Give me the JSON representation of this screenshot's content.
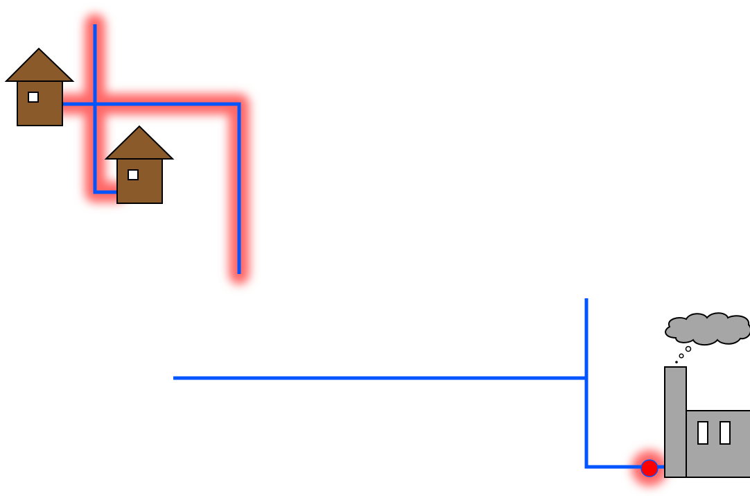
{
  "colors": {
    "background": "#ffffff",
    "pipe": "#0055ff",
    "pipe_highlight": "#ff6666",
    "house_wall": "#8b5a2b",
    "house_roof": "#8b5a2b",
    "house_window": "#ffffff",
    "factory": "#a6a6a6",
    "smoke": "#a6a6a6",
    "valve": "#ff0000",
    "outline": "#000000"
  },
  "board": {
    "houses": [
      {
        "name": "house-1",
        "icon": "house-icon"
      },
      {
        "name": "house-2",
        "icon": "house-icon"
      }
    ],
    "factory": {
      "name": "factory",
      "icon": "factory-icon",
      "windows": 2
    },
    "smoke": {
      "icon": "smoke-cloud-icon"
    },
    "valve": {
      "icon": "valve-icon",
      "state": "highlighted"
    },
    "pipes": {
      "highlighted_segments": 2,
      "plain_segments": 1
    }
  }
}
